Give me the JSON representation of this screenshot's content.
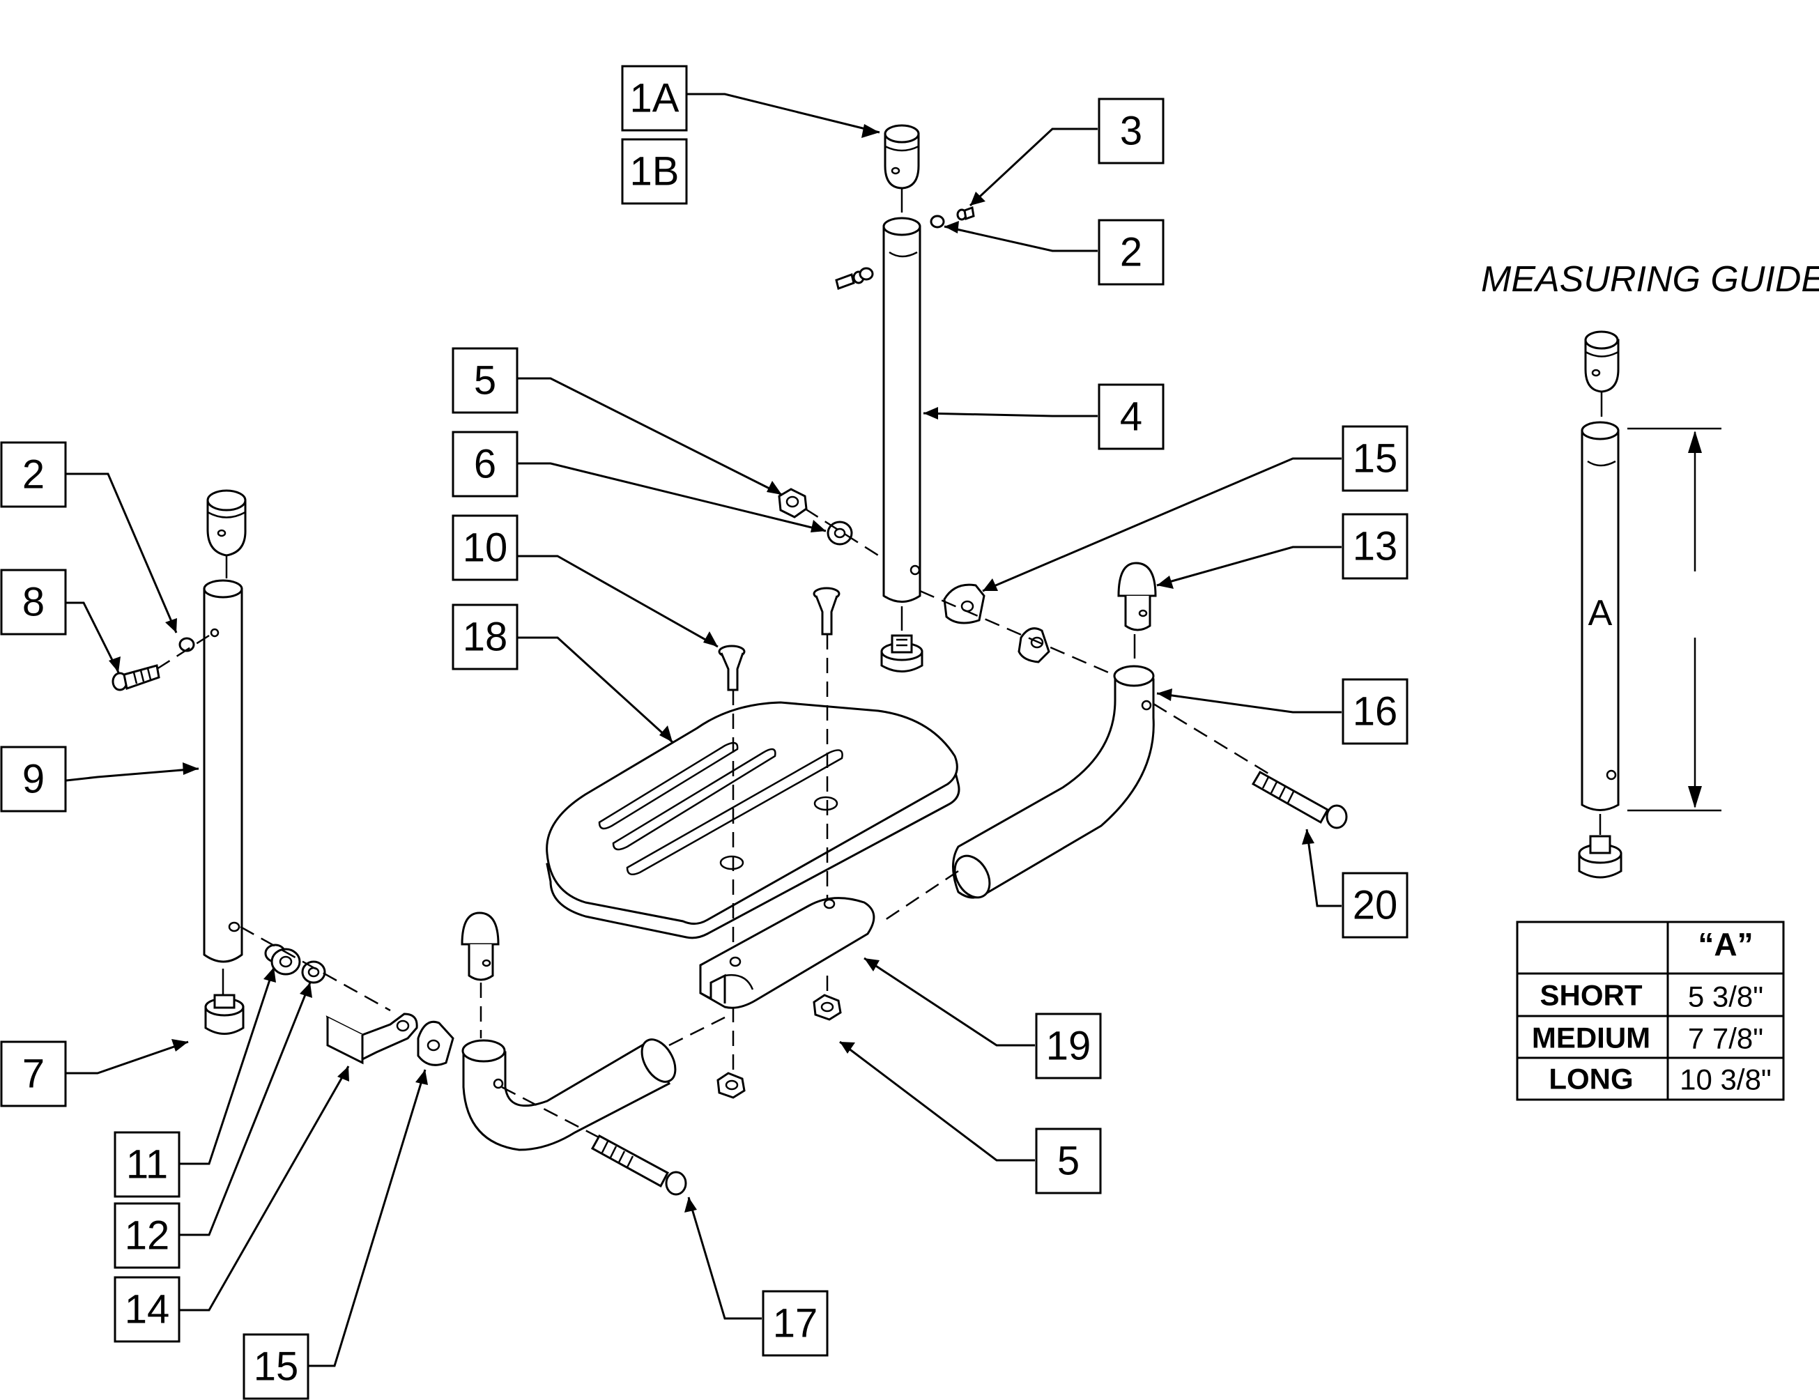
{
  "callouts": {
    "c1a": "1A",
    "c1b": "1B",
    "c3": "3",
    "c2_top": "2",
    "c4": "4",
    "c5_top": "5",
    "c6": "6",
    "c10": "10",
    "c18": "18",
    "c15_right": "15",
    "c13": "13",
    "c16": "16",
    "c20": "20",
    "c2_left": "2",
    "c8": "8",
    "c9": "9",
    "c7": "7",
    "c11": "11",
    "c12": "12",
    "c14": "14",
    "c15_bottom": "15",
    "c17": "17",
    "c19": "19",
    "c5_bottom": "5"
  },
  "measuring_guide": {
    "title": "MEASURING GUIDE",
    "dimension_label": "A"
  },
  "size_table": {
    "column_header": "“A”",
    "rows": [
      {
        "label": "SHORT",
        "value": "5 3/8\""
      },
      {
        "label": "MEDIUM",
        "value": "7 7/8\""
      },
      {
        "label": "LONG",
        "value": "10 3/8\""
      }
    ]
  }
}
